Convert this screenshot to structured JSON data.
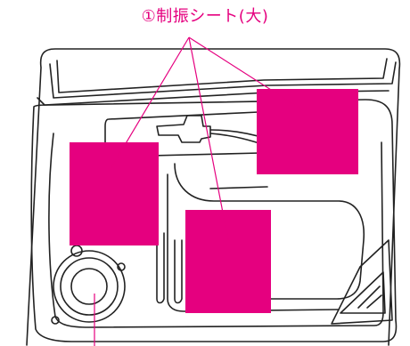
{
  "callout": {
    "label": "①制振シート(大)"
  },
  "colors": {
    "accent": "#e5007f",
    "line": "#222222",
    "background": "#ffffff"
  },
  "parts": [
    {
      "id": "sheet-left",
      "kind": "damping-sheet"
    },
    {
      "id": "sheet-upper-right",
      "kind": "damping-sheet"
    },
    {
      "id": "sheet-center",
      "kind": "damping-sheet"
    }
  ]
}
